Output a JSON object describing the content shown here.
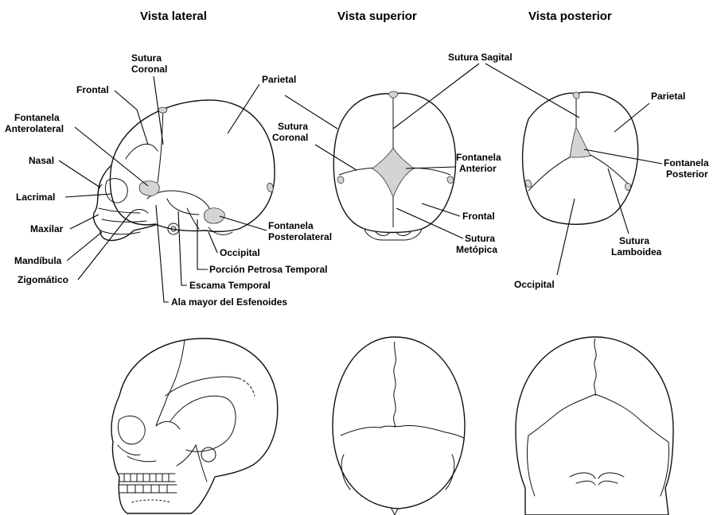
{
  "titles": {
    "lateral": "Vista lateral",
    "superior": "Vista superior",
    "posterior": "Vista posterior"
  },
  "lateral_labels": {
    "sutura_coronal_1": "Sutura",
    "sutura_coronal_2": "Coronal",
    "frontal": "Frontal",
    "parietal": "Parietal",
    "fontanela_al_1": "Fontanela",
    "fontanela_al_2": "Anterolateral",
    "nasal": "Nasal",
    "lacrimal": "Lacrimal",
    "maxilar": "Maxilar",
    "mandibula": "Mandíbula",
    "zigomatico": "Zigomático",
    "fontanela_pl_1": "Fontanela",
    "fontanela_pl_2": "Posterolateral",
    "occipital": "Occipital",
    "petrosa": "Porción Petrosa Temporal",
    "escama": "Escama Temporal",
    "ala_mayor": "Ala mayor del Esfenoides"
  },
  "superior_labels": {
    "sutura_sagital": "Sutura Sagital",
    "sutura_coronal_1": "Sutura",
    "sutura_coronal_2": "Coronal",
    "fontanela_ant_1": "Fontanela",
    "fontanela_ant_2": "Anterior",
    "frontal": "Frontal",
    "sutura_metopica_1": "Sutura",
    "sutura_metopica_2": "Metópica"
  },
  "posterior_labels": {
    "parietal": "Parietal",
    "fontanela_post_1": "Fontanela",
    "fontanela_post_2": "Posterior",
    "sutura_lamb_1": "Sutura",
    "sutura_lamb_2": "Lamboidea",
    "occipital": "Occipital"
  }
}
